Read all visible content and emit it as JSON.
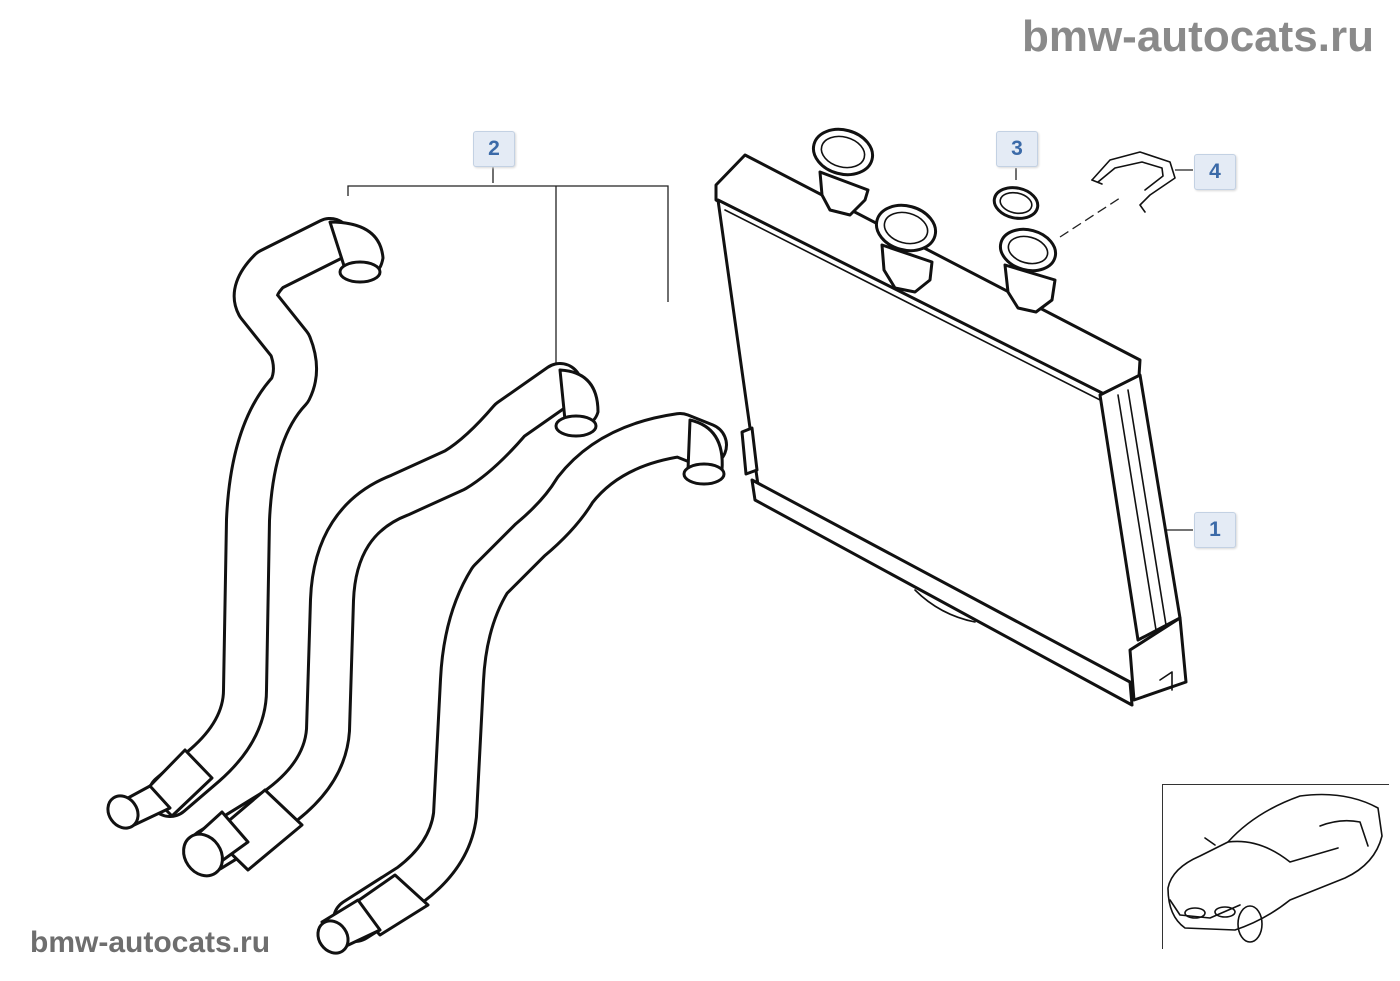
{
  "watermark": {
    "top": "bmw-autocats.ru",
    "bottom": "bmw-autocats.ru"
  },
  "callouts": [
    {
      "id": "1",
      "label": "1"
    },
    {
      "id": "2",
      "label": "2"
    },
    {
      "id": "3",
      "label": "3"
    },
    {
      "id": "4",
      "label": "4"
    }
  ],
  "colors": {
    "callout_text": "#3b6aa8",
    "callout_bg": "#e4ebf5",
    "line": "#111111"
  },
  "icons": {
    "thumbnail": "car-outline-icon"
  }
}
